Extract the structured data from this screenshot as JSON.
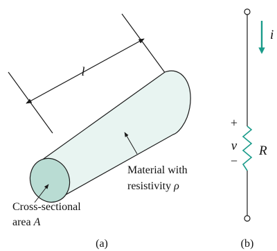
{
  "figure_a": {
    "length_label": "l",
    "material_line1": "Material with",
    "material_line2_text": "resistivity ",
    "material_line2_symbol": "ρ",
    "area_line1": "Cross-sectional",
    "area_line2_text": "area ",
    "area_line2_symbol": "A",
    "caption": "(a)",
    "colors": {
      "cylinder_body": "#e8f4f1",
      "end_face": "#b9dcd3",
      "outline": "#1a1a1a"
    }
  },
  "figure_b": {
    "current_label": "i",
    "voltage_label": "v",
    "plus_sign": "+",
    "minus_sign": "−",
    "resistor_label": "R",
    "caption": "(b)",
    "colors": {
      "resistor": "#1a9b8a",
      "current_arrow": "#1a9b8a",
      "wire": "#1a1a1a"
    }
  }
}
